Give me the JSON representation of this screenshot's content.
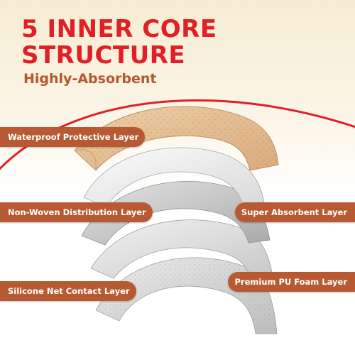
{
  "headline": {
    "line1": "5 INNER CORE",
    "line2": "STRUCTURE",
    "subhead": "Highly-Absorbent"
  },
  "layers": {
    "waterproof": "Waterproof Protective Layer",
    "non_woven": "Non-Woven Distribution Layer",
    "silicone": "Silicone Net Contact Layer",
    "super_absorbent": "Super Absorbent Layer",
    "pu_foam": "Premium PU Foam Layer"
  },
  "colors": {
    "headline": "#e21e26",
    "subhead": "#b5562f",
    "tag": "#b75a34",
    "arc": "#e21e26",
    "beige_layer": "#e7c39a"
  }
}
